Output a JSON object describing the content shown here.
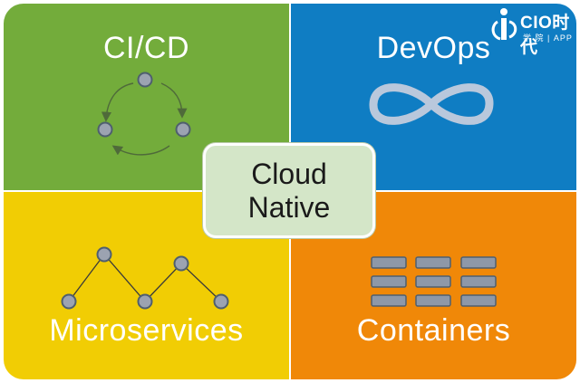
{
  "quadrants": {
    "top_left": {
      "title": "CI/CD",
      "color": "#73ac3b"
    },
    "top_right": {
      "title": "DevOps",
      "color": "#0f7dc3"
    },
    "bottom_left": {
      "title": "Microservices",
      "color": "#f1cd04"
    },
    "bottom_right": {
      "title": "Containers",
      "color": "#f08808"
    }
  },
  "center": {
    "line1": "Cloud",
    "line2": "Native",
    "color": "#d4e6c8"
  },
  "logo": {
    "main": "CIO时代",
    "sub": "学 院 | APP"
  },
  "icons": {
    "top_left": "cycle-icon",
    "top_right": "infinity-icon",
    "bottom_left": "network-icon",
    "bottom_right": "grid-icon"
  },
  "colors": {
    "node_fill": "#9ca3b1",
    "node_stroke": "#4f5f6f",
    "infinity": "#b9c8dc"
  }
}
